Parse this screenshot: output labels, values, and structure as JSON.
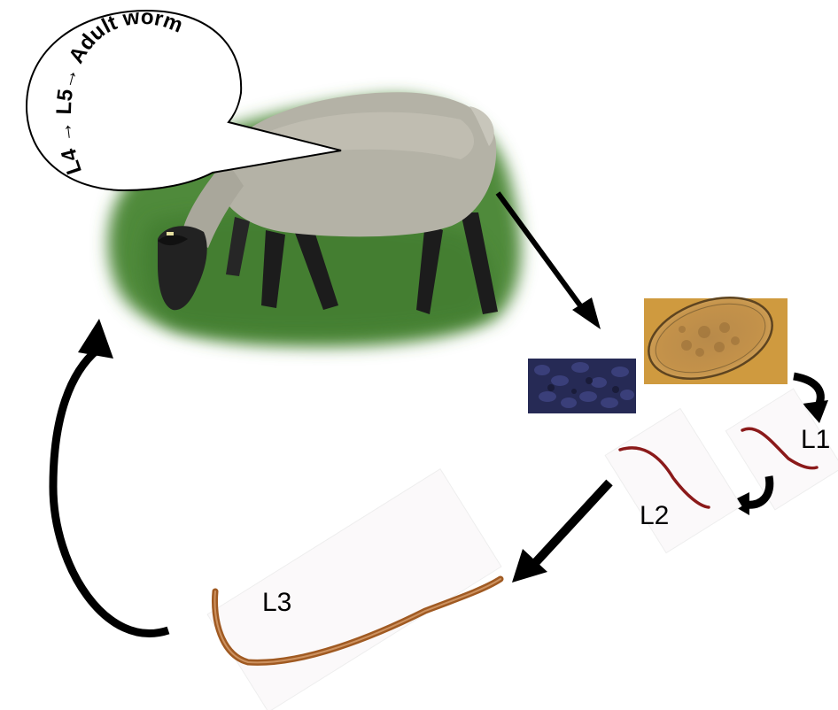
{
  "speech_bubble": {
    "path_text": "L4 → L5→ Adult worm"
  },
  "stages": {
    "l1": "L1",
    "l2": "L2",
    "l3": "L3"
  },
  "images": {
    "host": "grazing-sheep",
    "feces": "fecal-pellets",
    "egg": "nematode-egg",
    "larva_l1": "first-stage-larva",
    "larva_l2": "second-stage-larva",
    "larva_l3": "third-stage-larva"
  },
  "colors": {
    "arrow": "#000000",
    "grass": "#4f8a3a",
    "sheep_wool": "#b4b2a6",
    "sheep_legs": "#1c1c1c",
    "feces": "#2a2a5a",
    "egg_bg": "#cf9a3f",
    "larva_red": "#8b1a1a",
    "l3_brown": "#a05a22"
  }
}
